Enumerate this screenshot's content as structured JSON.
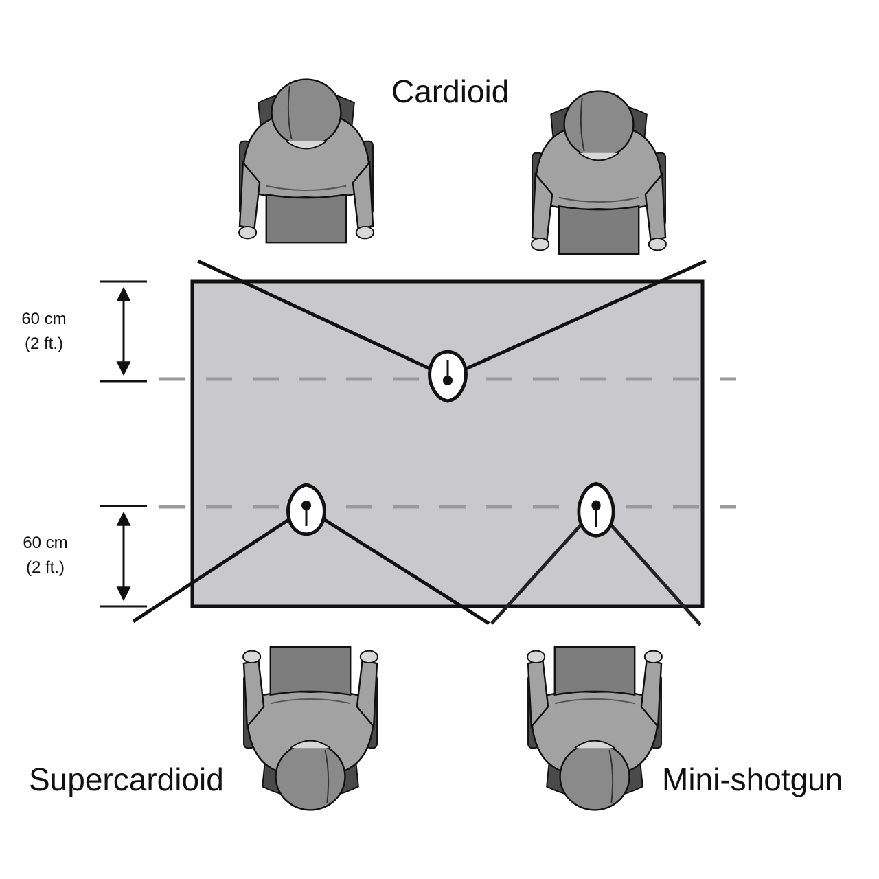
{
  "title": "Cardioid",
  "labels": {
    "bottom_left": "Supercardioid",
    "bottom_right": "Mini-shotgun"
  },
  "dimensions": [
    {
      "metric": "60 cm",
      "imperial": "(2 ft.)"
    },
    {
      "metric": "60 cm",
      "imperial": "(2 ft.)"
    }
  ],
  "microphones": [
    {
      "pattern": "cardioid",
      "facing": "up"
    },
    {
      "pattern": "supercardioid",
      "facing": "down"
    },
    {
      "pattern": "mini-shotgun",
      "facing": "down"
    }
  ],
  "colors": {
    "table": "#c9c9cc",
    "outline": "#111111",
    "dashed_line": "#9a9a9a",
    "person": "#a2a2a2",
    "hair": "#8a8a8a",
    "chair": "#4a4a4a"
  }
}
